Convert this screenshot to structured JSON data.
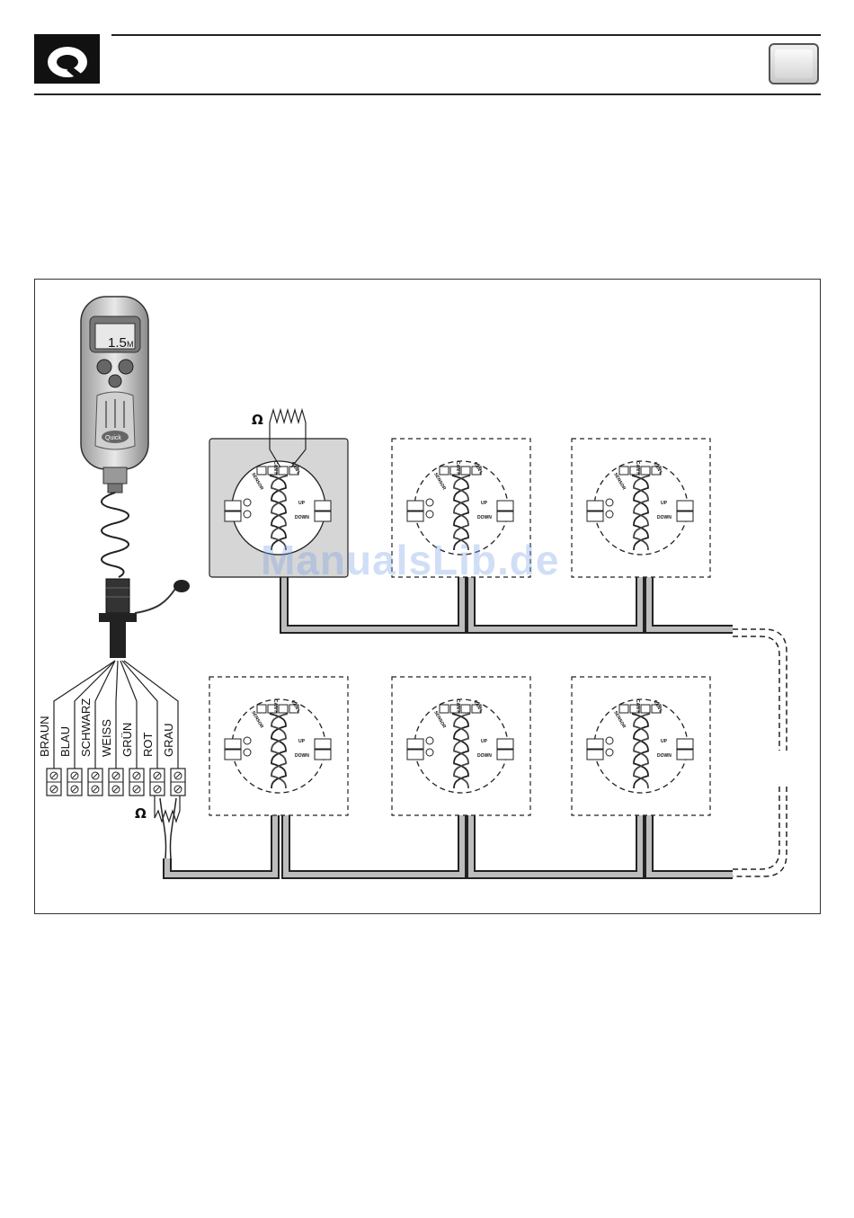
{
  "watermark": "ManualsLib.de",
  "remote": {
    "display_value": "1.5",
    "display_unit": "M",
    "brand": "Quick"
  },
  "wire_colors": [
    "BRAUN",
    "BLAU",
    "SCHWARZ",
    "WEISS",
    "GRÜN",
    "ROT",
    "GRAU"
  ],
  "terminator_symbol": "Ω",
  "sensor_labels": {
    "can_h": "CAN H",
    "can_l": "CAN L",
    "sensor": "SENSOR",
    "up": "UP",
    "down": "DOWN"
  },
  "colors": {
    "cable_fill": "#bdbdbd",
    "first_panel": "#d6d6d6",
    "outline": "#222222"
  }
}
